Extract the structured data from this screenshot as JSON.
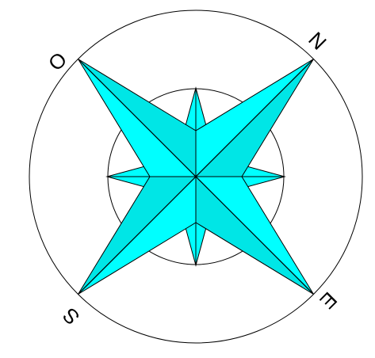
{
  "colors": {
    "background": "#ffffff",
    "star_fill": "#00ffff",
    "star_fill_shade": "#00e6e6",
    "outline": "#000000"
  },
  "cardinals": {
    "north": "N",
    "east": "E",
    "south": "S",
    "west": "O"
  }
}
